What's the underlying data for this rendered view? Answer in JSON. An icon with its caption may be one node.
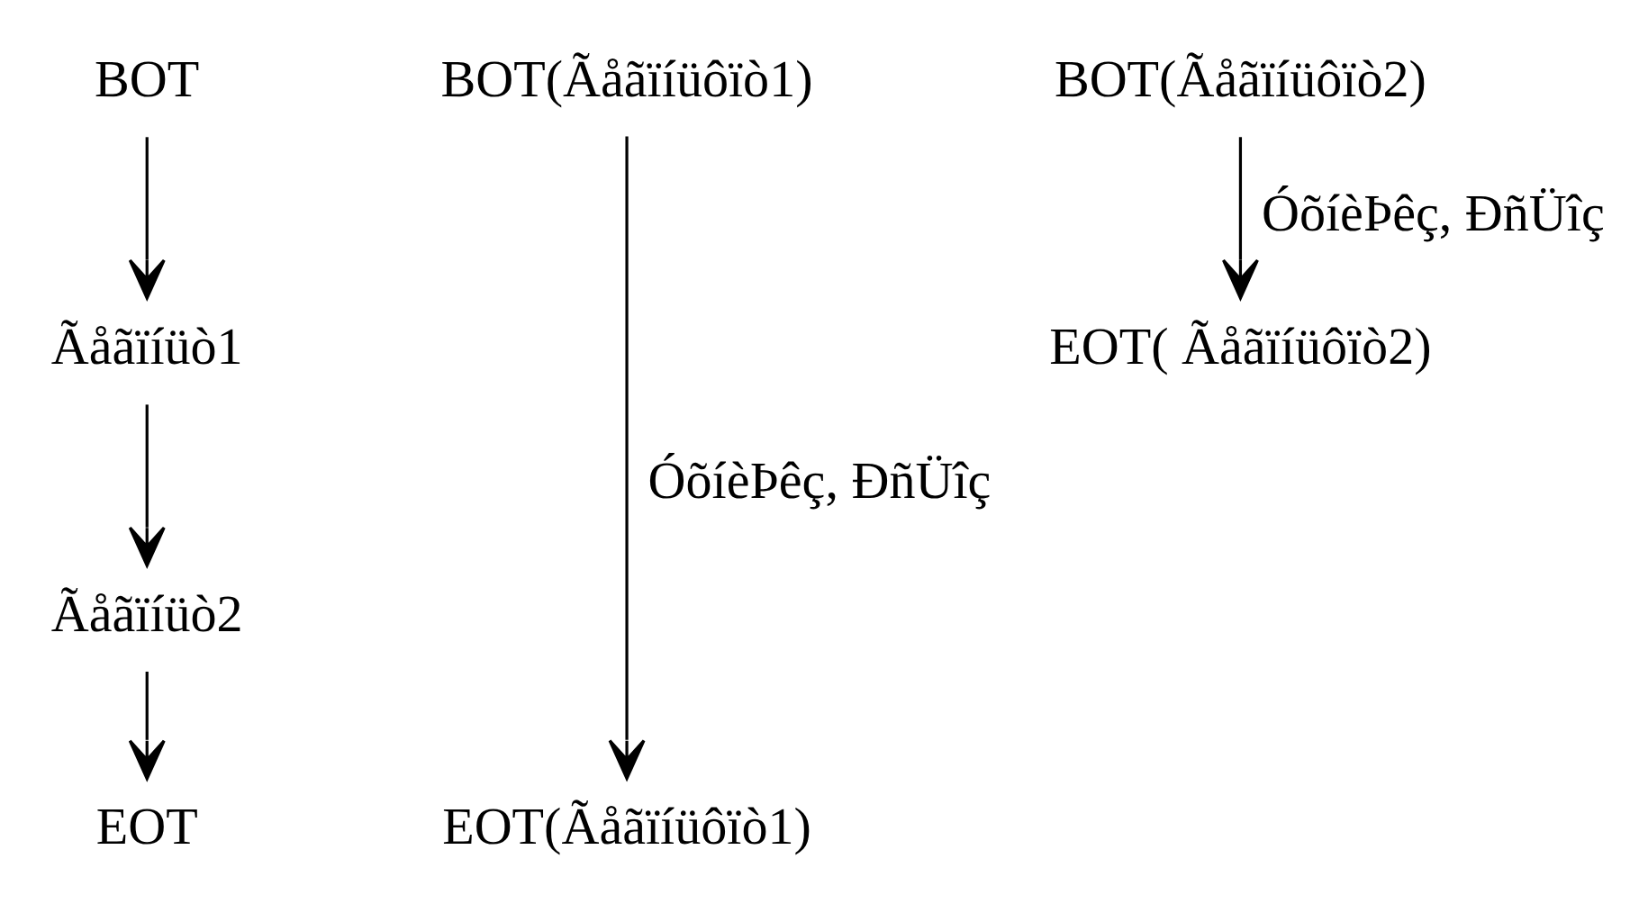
{
  "diagram": {
    "nodes": [
      {
        "text": [
          "BOT"
        ]
      },
      {
        "text": [
          "Ãåãïíüò1"
        ]
      },
      {
        "text": [
          "Ãåãïíüò2"
        ]
      },
      {
        "text": [
          "EOT"
        ]
      },
      {
        "text": [
          "BOT(Ãåãïíüôïò1)"
        ]
      },
      {
        "text": [
          "EOT(Ãåãïíüôïò1)"
        ]
      },
      {
        "text": [
          "BOT(Ãåãïíüôïò2)"
        ]
      },
      {
        "text": [
          "EOT( Ãåãïíüôïò2)"
        ]
      }
    ],
    "edges": [
      {
        "from": 0,
        "to": 1,
        "arrow": "to"
      },
      {
        "from": 1,
        "to": 2,
        "arrow": "to"
      },
      {
        "from": 2,
        "to": 3,
        "arrow": "to"
      },
      {
        "from": 4,
        "to": 5,
        "arrow": "to",
        "label": "ÓõíèÞêç, ÐñÜîç"
      },
      {
        "from": 6,
        "to": 7,
        "arrow": "to",
        "label": "ÓõíèÞêç, ÐñÜîç"
      }
    ]
  }
}
